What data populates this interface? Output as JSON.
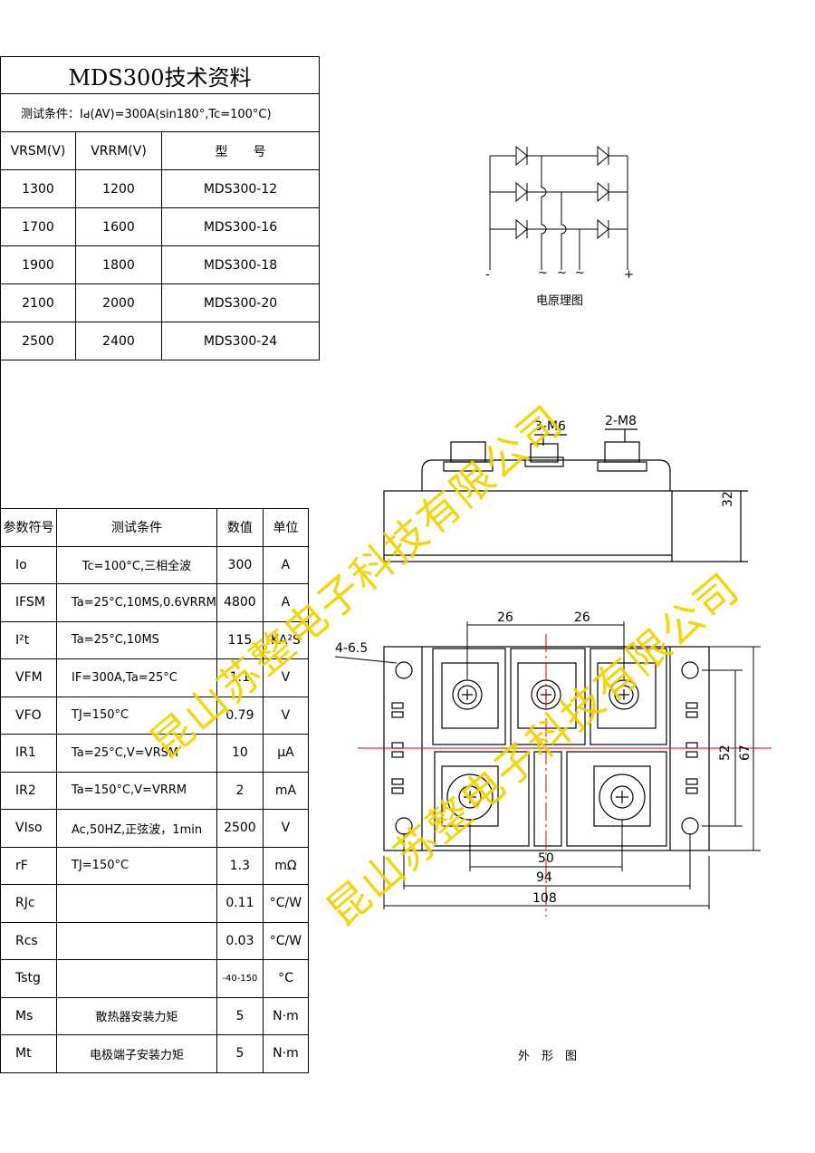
{
  "header": {
    "title": "MDS300技术资料",
    "test_condition": "测试条件：Iԁ(AV)=300A(sin180°,Tc=100°C)"
  },
  "model_table": {
    "columns": [
      "VRSM(V)",
      "VRRM(V)",
      "型　　号"
    ],
    "rows": [
      [
        "1300",
        "1200",
        "MDS300-12"
      ],
      [
        "1700",
        "1600",
        "MDS300-16"
      ],
      [
        "1900",
        "1800",
        "MDS300-18"
      ],
      [
        "2100",
        "2000",
        "MDS300-20"
      ],
      [
        "2500",
        "2400",
        "MDS300-24"
      ]
    ]
  },
  "param_table": {
    "columns": [
      "参数符号",
      "测试条件",
      "数值",
      "单位"
    ],
    "rows": [
      [
        "Io",
        "Tc=100°C,三相全波",
        "300",
        "A"
      ],
      [
        "IFSM",
        "Ta=25°C,10MS,0.6VRRM",
        "4800",
        "A"
      ],
      [
        "I²t",
        "Ta=25°C,10MS",
        "115",
        "KA²S"
      ],
      [
        "VFM",
        "IF=300A,Ta=25°C",
        "1.1",
        "V"
      ],
      [
        "VFO",
        "TJ=150°C",
        "0.79",
        "V"
      ],
      [
        "IR1",
        "Ta=25°C,V=VRSM",
        "10",
        "μA"
      ],
      [
        "IR2",
        "Ta=150°C,V=VRRM",
        "2",
        "mA"
      ],
      [
        "VIso",
        "Ac,50HZ,正弦波，1min",
        "2500",
        "V"
      ],
      [
        "rF",
        "TJ=150°C",
        "1.3",
        "mΩ"
      ],
      [
        "RJc",
        "",
        "0.11",
        "°C/W"
      ],
      [
        "Rcs",
        "",
        "0.03",
        "°C/W"
      ],
      [
        "Tstg",
        "",
        "-40-150",
        "°C"
      ],
      [
        "Ms",
        "散热器安装力矩",
        "5",
        "N·m"
      ],
      [
        "Mt",
        "电极端子安装力矩",
        "5",
        "N·m"
      ]
    ]
  },
  "schematic": {
    "caption": "电原理图",
    "terminals": [
      "-",
      "~",
      "~",
      "~",
      "+"
    ]
  },
  "outline": {
    "caption": "外　形　图",
    "side_labels": [
      "3-M6",
      "2-M8"
    ],
    "height_dim": "32",
    "hole_label": "4-6.5",
    "dims": [
      "26",
      "26",
      "52",
      "67",
      "50",
      "94",
      "108"
    ]
  },
  "watermark": "昆山苏整电子科技有限公司",
  "colors": {
    "watermark": "#f5d000",
    "centerline": "#e00000"
  }
}
